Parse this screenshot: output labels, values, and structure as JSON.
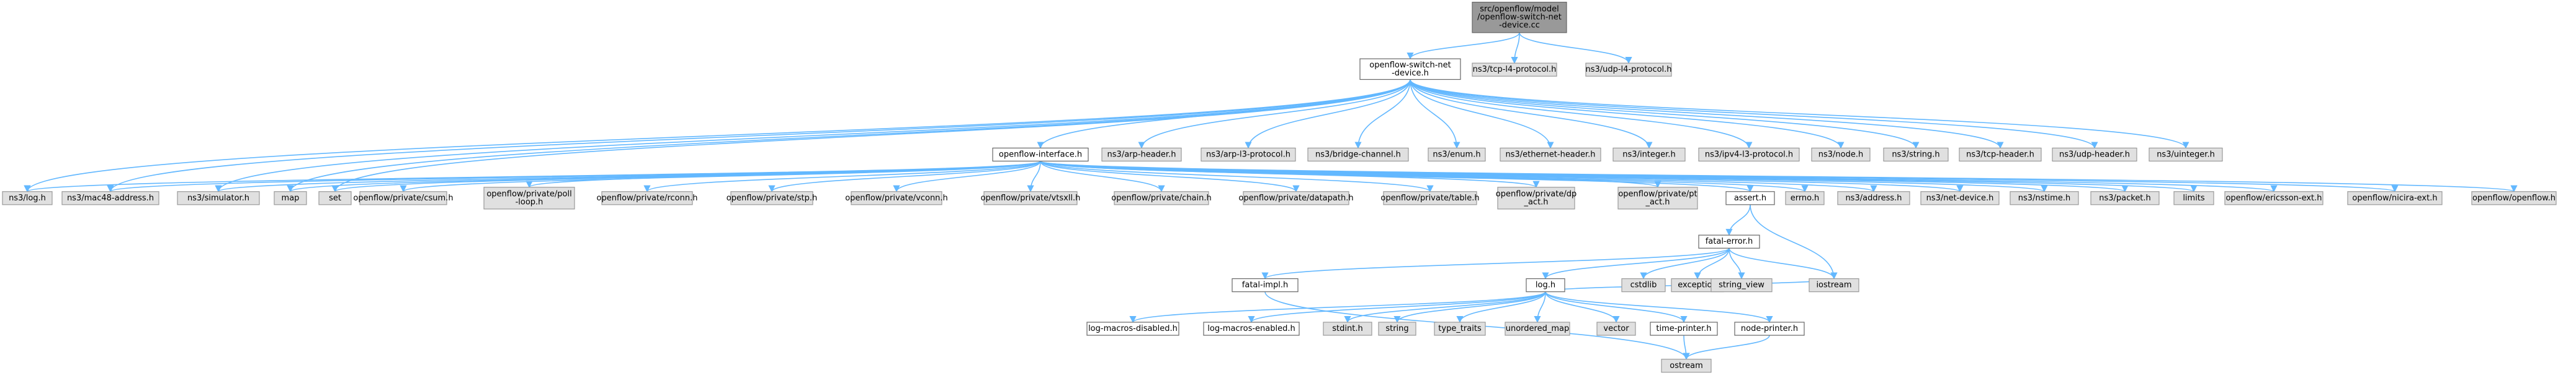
{
  "graph": {
    "nodes": [
      {
        "id": "root",
        "lines": [
          "src/openflow/model",
          "/openflow-switch-net",
          "-device.cc"
        ],
        "kind": "root"
      },
      {
        "id": "osnd",
        "lines": [
          "openflow-switch-net",
          "-device.h"
        ],
        "kind": "plain"
      },
      {
        "id": "tcpl4",
        "lines": [
          "ns3/tcp-l4-protocol.h"
        ],
        "kind": "ext"
      },
      {
        "id": "udpl4",
        "lines": [
          "ns3/udp-l4-protocol.h"
        ],
        "kind": "ext"
      },
      {
        "id": "ofi",
        "lines": [
          "openflow-interface.h"
        ],
        "kind": "plain"
      },
      {
        "id": "arph",
        "lines": [
          "ns3/arp-header.h"
        ],
        "kind": "ext"
      },
      {
        "id": "arpl3",
        "lines": [
          "ns3/arp-l3-protocol.h"
        ],
        "kind": "ext"
      },
      {
        "id": "bridge",
        "lines": [
          "ns3/bridge-channel.h"
        ],
        "kind": "ext"
      },
      {
        "id": "enum",
        "lines": [
          "ns3/enum.h"
        ],
        "kind": "ext"
      },
      {
        "id": "eth",
        "lines": [
          "ns3/ethernet-header.h"
        ],
        "kind": "ext"
      },
      {
        "id": "integer",
        "lines": [
          "ns3/integer.h"
        ],
        "kind": "ext"
      },
      {
        "id": "ipv4l3",
        "lines": [
          "ns3/ipv4-l3-protocol.h"
        ],
        "kind": "ext"
      },
      {
        "id": "node",
        "lines": [
          "ns3/node.h"
        ],
        "kind": "ext"
      },
      {
        "id": "string3",
        "lines": [
          "ns3/string.h"
        ],
        "kind": "ext"
      },
      {
        "id": "tcph",
        "lines": [
          "ns3/tcp-header.h"
        ],
        "kind": "ext"
      },
      {
        "id": "udph",
        "lines": [
          "ns3/udp-header.h"
        ],
        "kind": "ext"
      },
      {
        "id": "uinteger",
        "lines": [
          "ns3/uinteger.h"
        ],
        "kind": "ext"
      },
      {
        "id": "log3",
        "lines": [
          "ns3/log.h"
        ],
        "kind": "ext"
      },
      {
        "id": "mac48",
        "lines": [
          "ns3/mac48-address.h"
        ],
        "kind": "ext"
      },
      {
        "id": "sim",
        "lines": [
          "ns3/simulator.h"
        ],
        "kind": "ext"
      },
      {
        "id": "map",
        "lines": [
          "map"
        ],
        "kind": "ext"
      },
      {
        "id": "set",
        "lines": [
          "set"
        ],
        "kind": "ext"
      },
      {
        "id": "csum",
        "lines": [
          "openflow/private/csum.h"
        ],
        "kind": "ext"
      },
      {
        "id": "poll",
        "lines": [
          "openflow/private/poll",
          "-loop.h"
        ],
        "kind": "ext"
      },
      {
        "id": "rconn",
        "lines": [
          "openflow/private/rconn.h"
        ],
        "kind": "ext"
      },
      {
        "id": "stp",
        "lines": [
          "openflow/private/stp.h"
        ],
        "kind": "ext"
      },
      {
        "id": "vconn",
        "lines": [
          "openflow/private/vconn.h"
        ],
        "kind": "ext"
      },
      {
        "id": "vtsxll",
        "lines": [
          "openflow/private/vtsxll.h"
        ],
        "kind": "ext"
      },
      {
        "id": "chain",
        "lines": [
          "openflow/private/chain.h"
        ],
        "kind": "ext"
      },
      {
        "id": "datapath",
        "lines": [
          "openflow/private/datapath.h"
        ],
        "kind": "ext"
      },
      {
        "id": "table",
        "lines": [
          "openflow/private/table.h"
        ],
        "kind": "ext"
      },
      {
        "id": "dpact",
        "lines": [
          "openflow/private/dp",
          "_act.h"
        ],
        "kind": "ext"
      },
      {
        "id": "ptact",
        "lines": [
          "openflow/private/pt",
          "_act.h"
        ],
        "kind": "ext"
      },
      {
        "id": "assert",
        "lines": [
          "assert.h"
        ],
        "kind": "plain"
      },
      {
        "id": "errno",
        "lines": [
          "errno.h"
        ],
        "kind": "ext"
      },
      {
        "id": "address",
        "lines": [
          "ns3/address.h"
        ],
        "kind": "ext"
      },
      {
        "id": "netdev",
        "lines": [
          "ns3/net-device.h"
        ],
        "kind": "ext"
      },
      {
        "id": "nstime",
        "lines": [
          "ns3/nstime.h"
        ],
        "kind": "ext"
      },
      {
        "id": "packet",
        "lines": [
          "ns3/packet.h"
        ],
        "kind": "ext"
      },
      {
        "id": "limits",
        "lines": [
          "limits"
        ],
        "kind": "ext"
      },
      {
        "id": "ericsson",
        "lines": [
          "openflow/ericsson-ext.h"
        ],
        "kind": "ext"
      },
      {
        "id": "nicira",
        "lines": [
          "openflow/nicira-ext.h"
        ],
        "kind": "ext"
      },
      {
        "id": "openflow",
        "lines": [
          "openflow/openflow.h"
        ],
        "kind": "ext"
      },
      {
        "id": "fatalerr",
        "lines": [
          "fatal-error.h"
        ],
        "kind": "plain"
      },
      {
        "id": "fatalimpl",
        "lines": [
          "fatal-impl.h"
        ],
        "kind": "plain"
      },
      {
        "id": "cstdlib",
        "lines": [
          "cstdlib"
        ],
        "kind": "ext"
      },
      {
        "id": "exception",
        "lines": [
          "exception"
        ],
        "kind": "ext"
      },
      {
        "id": "strview",
        "lines": [
          "string_view"
        ],
        "kind": "ext"
      },
      {
        "id": "log",
        "lines": [
          "log.h"
        ],
        "kind": "plain"
      },
      {
        "id": "iostream",
        "lines": [
          "iostream"
        ],
        "kind": "ext"
      },
      {
        "id": "lmdis",
        "lines": [
          "log-macros-disabled.h"
        ],
        "kind": "plain"
      },
      {
        "id": "lmen",
        "lines": [
          "log-macros-enabled.h"
        ],
        "kind": "plain"
      },
      {
        "id": "stdint",
        "lines": [
          "stdint.h"
        ],
        "kind": "ext"
      },
      {
        "id": "string",
        "lines": [
          "string"
        ],
        "kind": "ext"
      },
      {
        "id": "typetraits",
        "lines": [
          "type_traits"
        ],
        "kind": "ext"
      },
      {
        "id": "umap",
        "lines": [
          "unordered_map"
        ],
        "kind": "ext"
      },
      {
        "id": "vector",
        "lines": [
          "vector"
        ],
        "kind": "ext"
      },
      {
        "id": "timeprinter",
        "lines": [
          "time-printer.h"
        ],
        "kind": "plain"
      },
      {
        "id": "nodeprinter",
        "lines": [
          "node-printer.h"
        ],
        "kind": "plain"
      },
      {
        "id": "ostream",
        "lines": [
          "ostream"
        ],
        "kind": "ext"
      }
    ],
    "edges": [
      [
        "root",
        "osnd"
      ],
      [
        "root",
        "tcpl4"
      ],
      [
        "root",
        "udpl4"
      ],
      [
        "osnd",
        "ofi"
      ],
      [
        "osnd",
        "arph"
      ],
      [
        "osnd",
        "arpl3"
      ],
      [
        "osnd",
        "bridge"
      ],
      [
        "osnd",
        "enum"
      ],
      [
        "osnd",
        "eth"
      ],
      [
        "osnd",
        "integer"
      ],
      [
        "osnd",
        "ipv4l3"
      ],
      [
        "osnd",
        "node"
      ],
      [
        "osnd",
        "string3"
      ],
      [
        "osnd",
        "tcph"
      ],
      [
        "osnd",
        "udph"
      ],
      [
        "osnd",
        "uinteger"
      ],
      [
        "osnd",
        "log3"
      ],
      [
        "osnd",
        "mac48"
      ],
      [
        "osnd",
        "sim"
      ],
      [
        "osnd",
        "map"
      ],
      [
        "osnd",
        "set"
      ],
      [
        "ofi",
        "log3"
      ],
      [
        "ofi",
        "mac48"
      ],
      [
        "ofi",
        "sim"
      ],
      [
        "ofi",
        "map"
      ],
      [
        "ofi",
        "set"
      ],
      [
        "ofi",
        "csum"
      ],
      [
        "ofi",
        "poll"
      ],
      [
        "ofi",
        "rconn"
      ],
      [
        "ofi",
        "stp"
      ],
      [
        "ofi",
        "vconn"
      ],
      [
        "ofi",
        "vtsxll"
      ],
      [
        "ofi",
        "chain"
      ],
      [
        "ofi",
        "datapath"
      ],
      [
        "ofi",
        "table"
      ],
      [
        "ofi",
        "dpact"
      ],
      [
        "ofi",
        "ptact"
      ],
      [
        "ofi",
        "assert"
      ],
      [
        "ofi",
        "errno"
      ],
      [
        "ofi",
        "address"
      ],
      [
        "ofi",
        "netdev"
      ],
      [
        "ofi",
        "nstime"
      ],
      [
        "ofi",
        "packet"
      ],
      [
        "ofi",
        "limits"
      ],
      [
        "ofi",
        "ericsson"
      ],
      [
        "ofi",
        "nicira"
      ],
      [
        "ofi",
        "openflow"
      ],
      [
        "assert",
        "fatalerr"
      ],
      [
        "assert",
        "iostream"
      ],
      [
        "fatalerr",
        "fatalimpl"
      ],
      [
        "fatalerr",
        "cstdlib"
      ],
      [
        "fatalerr",
        "exception"
      ],
      [
        "fatalerr",
        "strview"
      ],
      [
        "fatalerr",
        "log"
      ],
      [
        "fatalerr",
        "iostream"
      ],
      [
        "fatalimpl",
        "ostream"
      ],
      [
        "log",
        "lmdis"
      ],
      [
        "log",
        "lmen"
      ],
      [
        "log",
        "stdint"
      ],
      [
        "log",
        "string"
      ],
      [
        "log",
        "typetraits"
      ],
      [
        "log",
        "umap"
      ],
      [
        "log",
        "vector"
      ],
      [
        "log",
        "timeprinter"
      ],
      [
        "log",
        "nodeprinter"
      ],
      [
        "log",
        "iostream"
      ],
      [
        "timeprinter",
        "ostream"
      ],
      [
        "nodeprinter",
        "ostream"
      ]
    ]
  }
}
